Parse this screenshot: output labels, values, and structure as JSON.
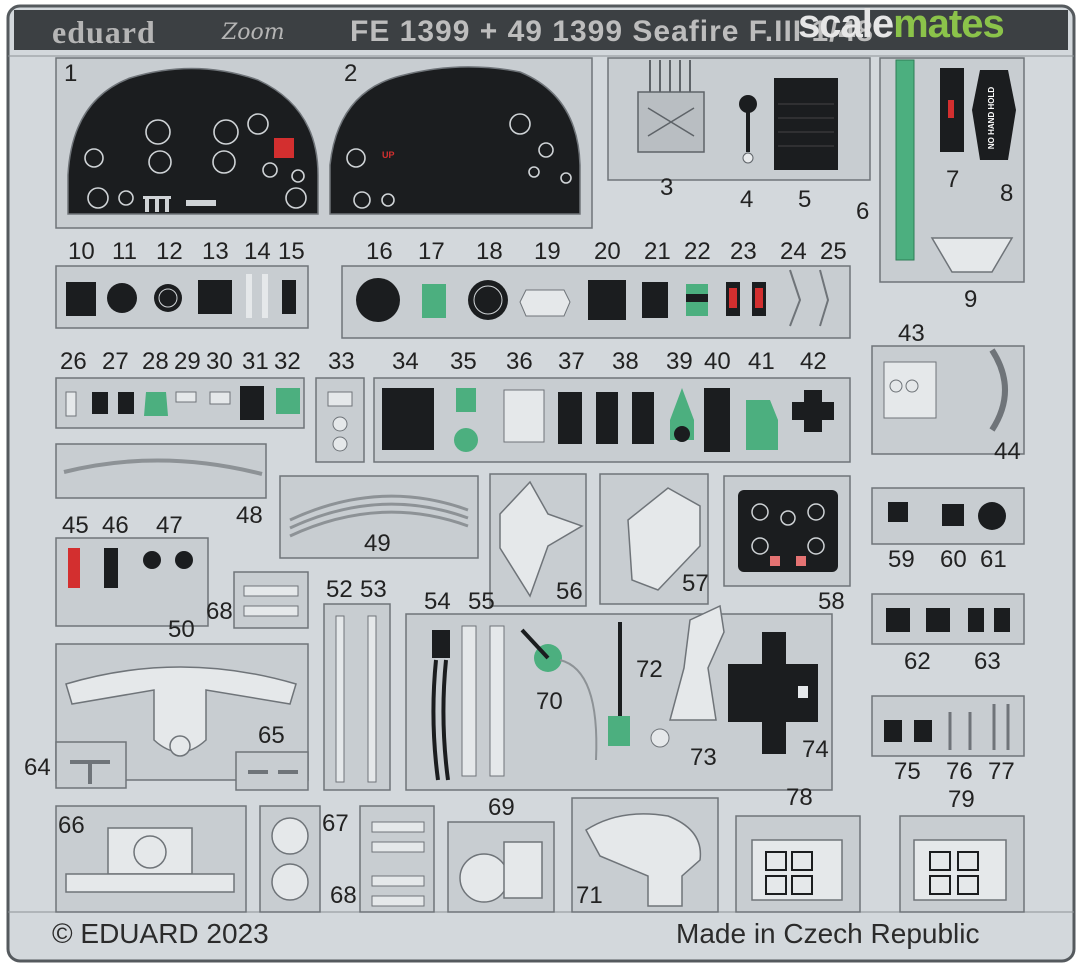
{
  "header": {
    "logo": "eduard",
    "zoom_logo": "Zoom",
    "product_code": "FE 1399 + 49 1399  Seafire F.III  1/48"
  },
  "watermark": {
    "part1": "scale",
    "part2": "mates"
  },
  "footer": {
    "copyright": "© EDUARD 2023",
    "origin": "Made in Czech Republic"
  },
  "part_numbers": [
    "1",
    "2",
    "3",
    "4",
    "5",
    "6",
    "7",
    "8",
    "9",
    "10",
    "11",
    "12",
    "13",
    "14",
    "15",
    "16",
    "17",
    "18",
    "19",
    "20",
    "21",
    "22",
    "23",
    "24",
    "25",
    "26",
    "27",
    "28",
    "29",
    "30",
    "31",
    "32",
    "33",
    "34",
    "35",
    "36",
    "37",
    "38",
    "39",
    "40",
    "41",
    "42",
    "43",
    "44",
    "45",
    "46",
    "47",
    "48",
    "49",
    "50",
    "52",
    "53",
    "54",
    "55",
    "56",
    "57",
    "58",
    "59",
    "60",
    "61",
    "62",
    "63",
    "64",
    "65",
    "66",
    "67",
    "68",
    "68",
    "69",
    "70",
    "71",
    "72",
    "73",
    "74",
    "75",
    "76",
    "77",
    "78",
    "79"
  ],
  "panel_text": {
    "up": "UP",
    "no_hand_hold": "NO HAND HOLD"
  },
  "colors": {
    "fret": "#d3d8dc",
    "frame": "#555a5e",
    "panel": "#1b1d1f",
    "green": "#4caf7f",
    "red": "#d32f2f",
    "watermark_green": "#8bc34a"
  }
}
